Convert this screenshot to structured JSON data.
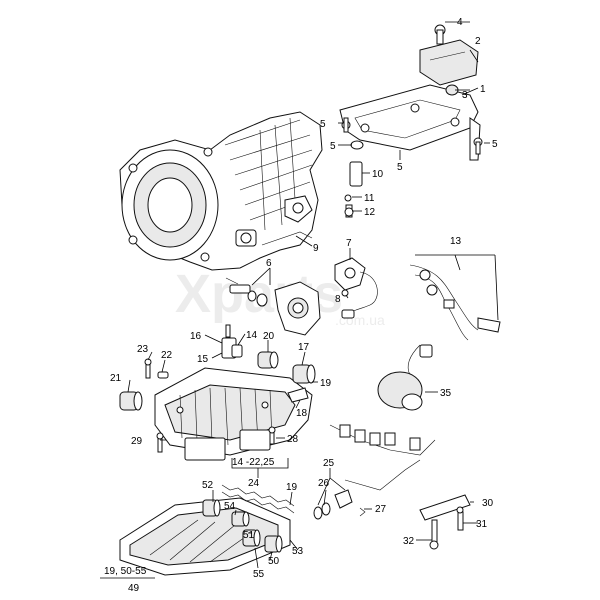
{
  "watermark": {
    "brand": "Xparts",
    "url": ".com.ua"
  },
  "callouts": {
    "c1": "1",
    "c2": "2",
    "c3": "3",
    "c4": "4",
    "c5a": "5",
    "c5b": "5",
    "c5c": "5",
    "c5d": "5",
    "c6": "6",
    "c7": "7",
    "c8": "8",
    "c9": "9",
    "c10": "10",
    "c11": "11",
    "c12": "12",
    "c13": "13",
    "c14": "14",
    "c15": "15",
    "c16": "16",
    "c17": "17",
    "c18": "18",
    "c19a": "19",
    "c19b": "19",
    "c20": "20",
    "c21": "21",
    "c22": "22",
    "c23": "23",
    "c24": "24",
    "c25": "25",
    "c26": "26",
    "c27": "27",
    "c28": "28",
    "c29": "29",
    "c30": "30",
    "c31": "31",
    "c32": "32",
    "c35": "35",
    "c49": "49",
    "c50": "50",
    "c51": "51",
    "c52": "52",
    "c53": "53",
    "c54": "54",
    "c55": "55",
    "range_14_22_25": "14 -22,25",
    "range_19_50_55": "19, 50-55"
  }
}
